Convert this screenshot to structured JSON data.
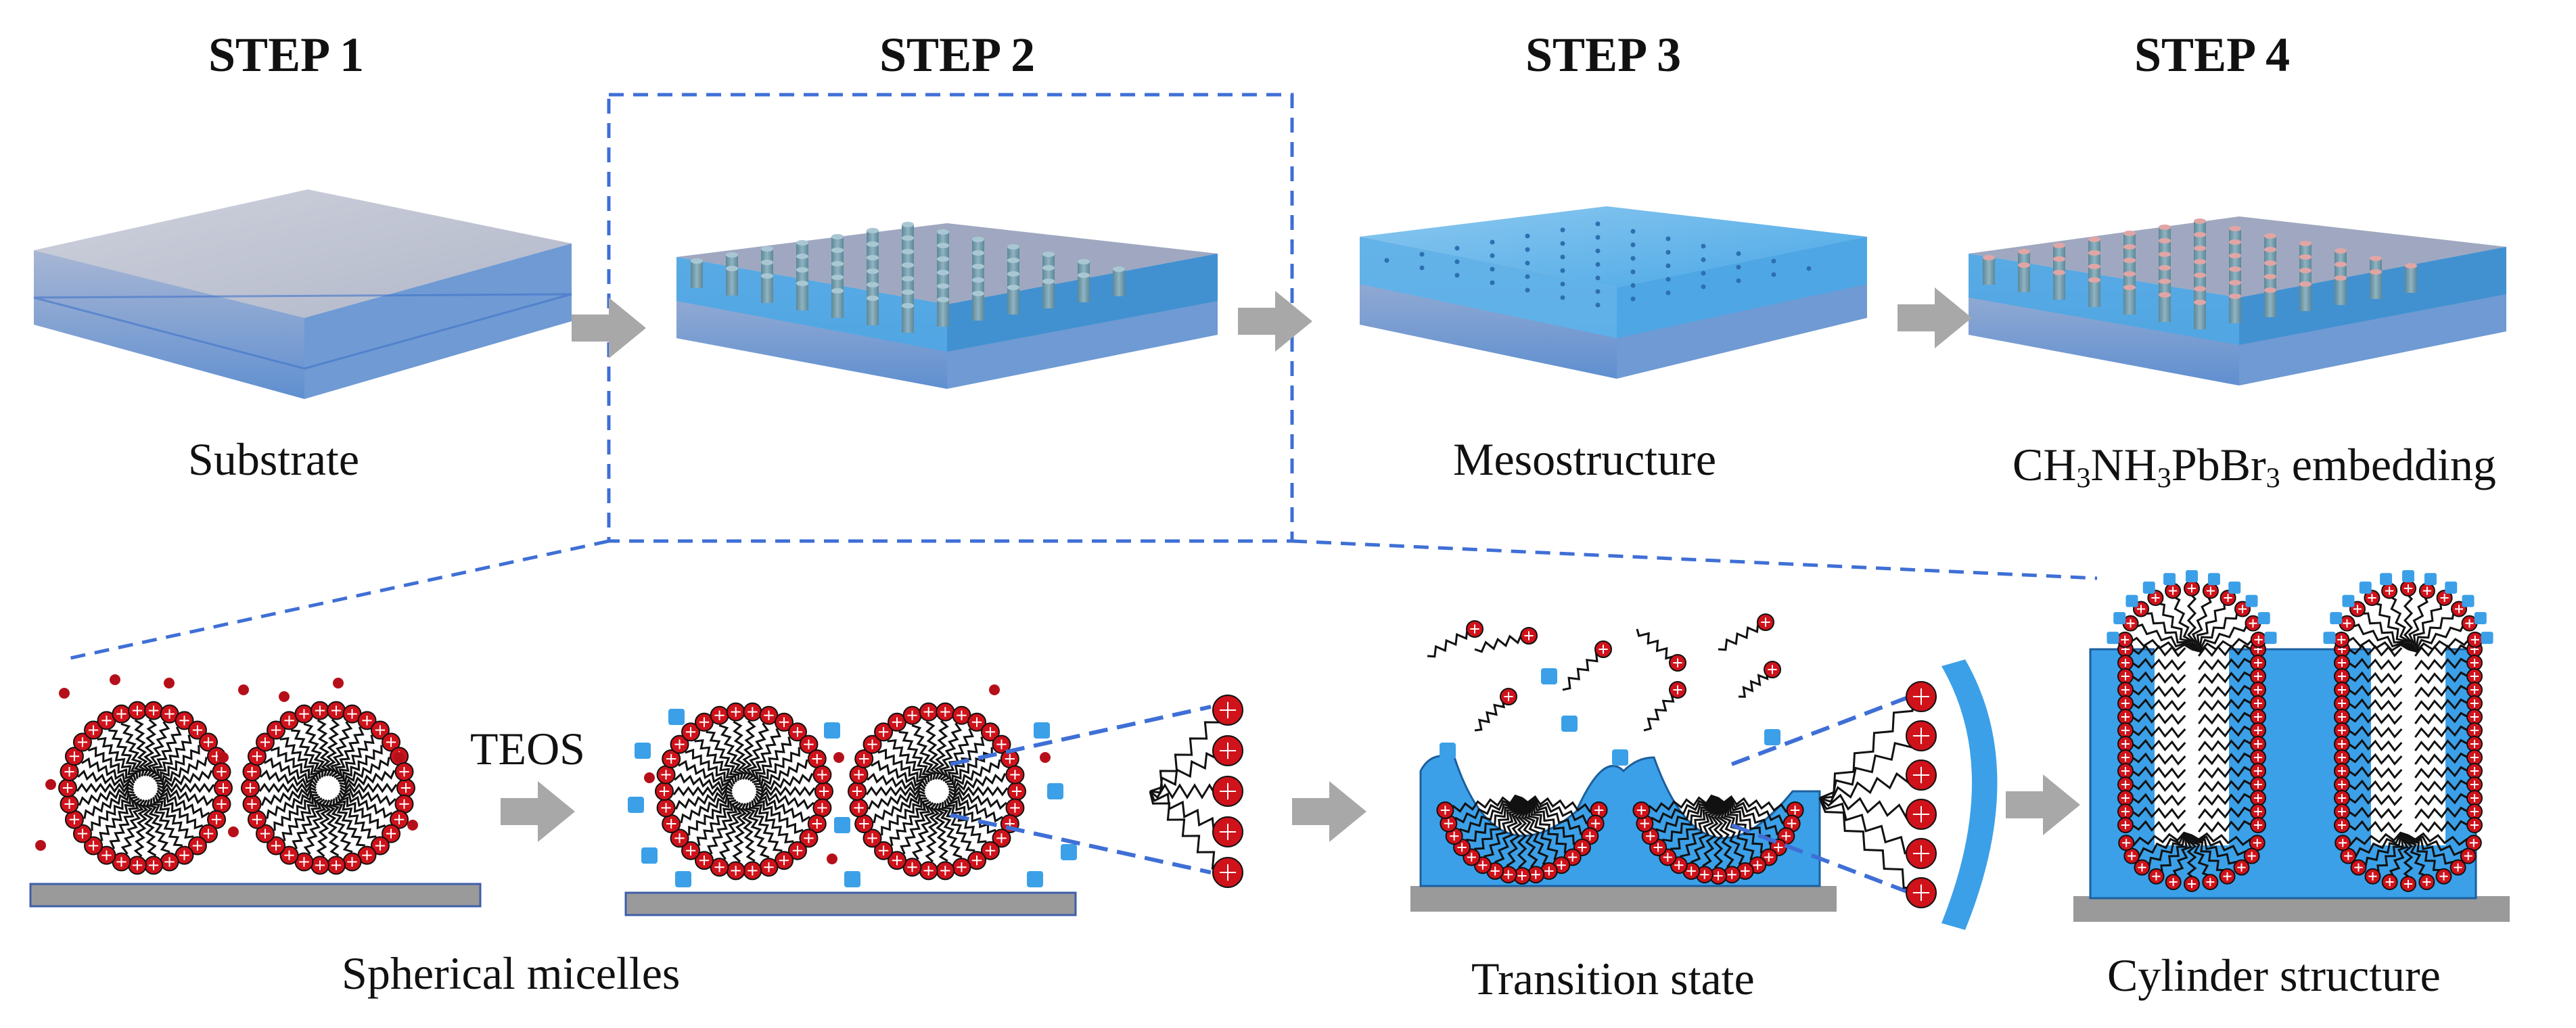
{
  "steps": [
    "STEP 1",
    "STEP 2",
    "STEP 3",
    "STEP 4"
  ],
  "top_captions": {
    "substrate": "Substrate",
    "mesostructure": "Mesostructure",
    "embedding": {
      "a": "CH",
      "s1": "3",
      "b": "NH",
      "s2": "3",
      "c": "PbBr",
      "s3": "3",
      "d": " embedding"
    }
  },
  "reagent_label": "TEOS",
  "bottom_captions": {
    "micelles": "Spherical micelles",
    "transition": "Transition state",
    "cylinder": "Cylinder structure"
  },
  "colors": {
    "glass_top": "#b9bfd0",
    "film_blue": "#4aa8e6",
    "deep_blue": "#3a8fd0",
    "pillar": "#6f98a8",
    "micelle_head": "#d0121b",
    "silica_cube": "#3ba0e8",
    "substrate_bar": "#9a9a9a",
    "arrow_gray": "#a8a8a8",
    "zoom_line": "#3f6fd6"
  }
}
